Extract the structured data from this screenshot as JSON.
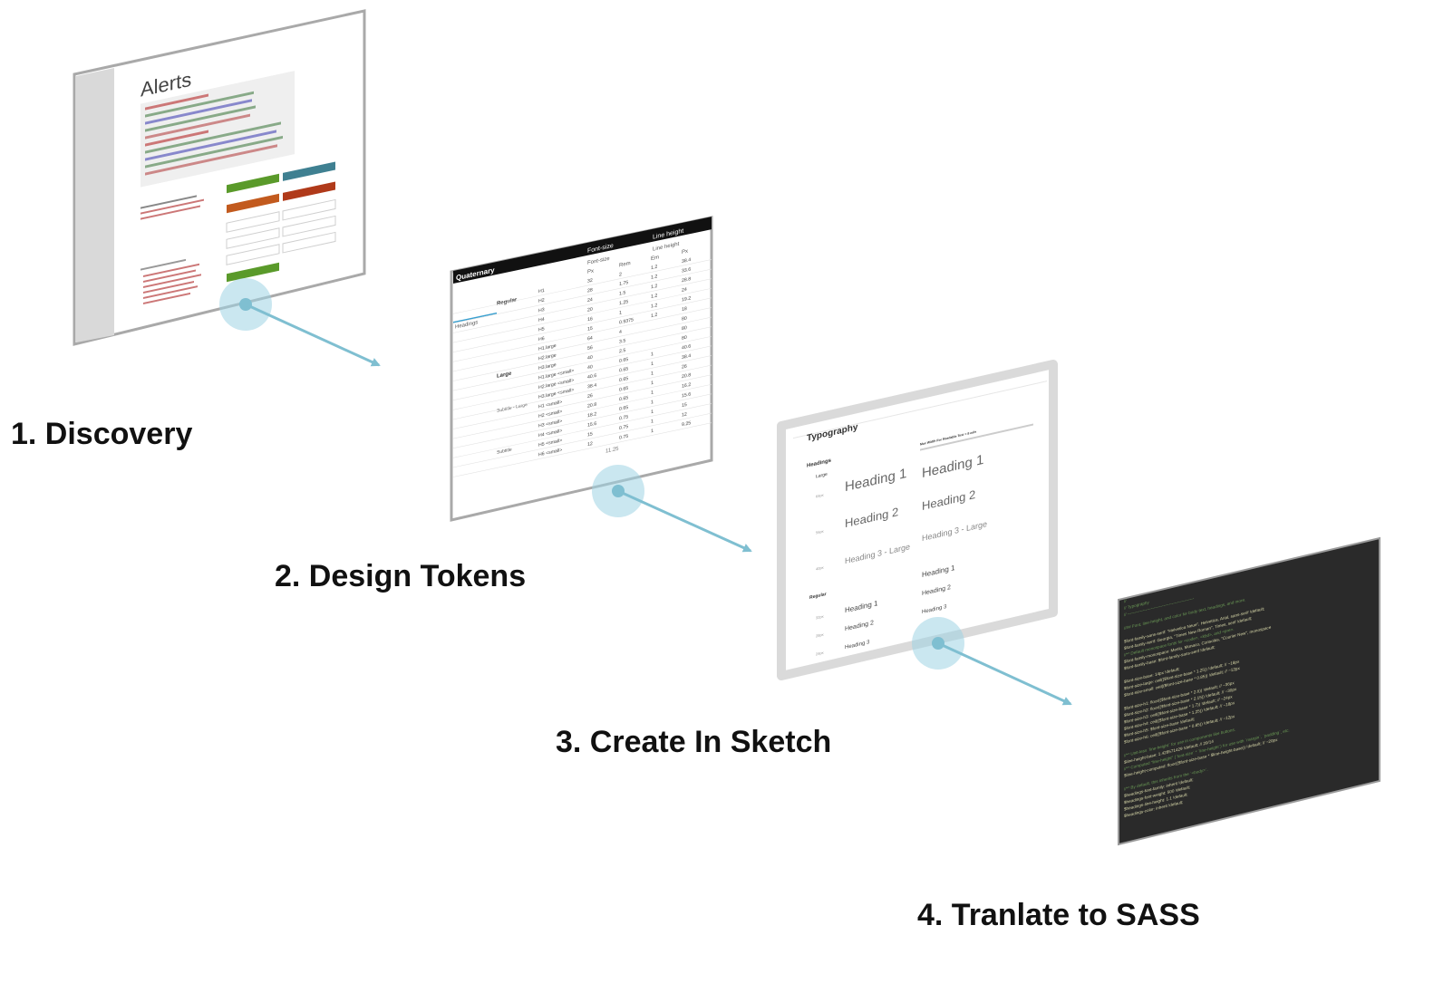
{
  "steps": [
    {
      "label": "1. Discovery"
    },
    {
      "label": "2. Design Tokens"
    },
    {
      "label": "3. Create In Sketch"
    },
    {
      "label": "4. Tranlate to SASS"
    }
  ],
  "panel1": {
    "title": "Alerts"
  },
  "panel2": {
    "header_left": "Quaternary",
    "header_font_size": "Font-size",
    "header_line_height": "Line height",
    "sub_font_size": "Font-size",
    "sub_line_height": "Line height",
    "col_px": "Px",
    "col_rem": "Rem",
    "col_em": "Em",
    "col_px2": "Px",
    "group_headings": "Headings",
    "group_regular": "Regular",
    "group_large": "Large",
    "group_subtitle_large": "Subtitle - Large",
    "group_subtitle": "Subtitle",
    "rows": [
      {
        "name": "H1",
        "px": "32",
        "rem": "2",
        "em": "1.2",
        "lpx": "38.4"
      },
      {
        "name": "H2",
        "px": "28",
        "rem": "1.75",
        "em": "1.2",
        "lpx": "33.6"
      },
      {
        "name": "H3",
        "px": "24",
        "rem": "1.5",
        "em": "1.2",
        "lpx": "28.8"
      },
      {
        "name": "H4",
        "px": "20",
        "rem": "1.25",
        "em": "1.2",
        "lpx": "24"
      },
      {
        "name": "H5",
        "px": "16",
        "rem": "1",
        "em": "1.2",
        "lpx": "19.2"
      },
      {
        "name": "H6",
        "px": "15",
        "rem": "0.9375",
        "em": "1.2",
        "lpx": "18"
      },
      {
        "name": "H1.large",
        "px": "64",
        "rem": "4",
        "em": "",
        "lpx": "80"
      },
      {
        "name": "H2.large",
        "px": "56",
        "rem": "3.5",
        "em": "",
        "lpx": "80"
      },
      {
        "name": "H3.large",
        "px": "40",
        "rem": "2.5",
        "em": "",
        "lpx": "80"
      },
      {
        "name": "H1.large <small>",
        "px": "40",
        "rem": "0.65",
        "em": "1",
        "lpx": "40.6"
      },
      {
        "name": "H2.large <small>",
        "px": "40.6",
        "rem": "0.65",
        "em": "1",
        "lpx": "38.4"
      },
      {
        "name": "H3.large <small>",
        "px": "38.4",
        "rem": "0.65",
        "em": "1",
        "lpx": "26"
      },
      {
        "name": "H1 <small>",
        "px": "26",
        "rem": "0.65",
        "em": "1",
        "lpx": "20.8"
      },
      {
        "name": "H2 <small>",
        "px": "20.8",
        "rem": "0.65",
        "em": "1",
        "lpx": "16.2"
      },
      {
        "name": "H3 <small>",
        "px": "18.2",
        "rem": "0.65",
        "em": "1",
        "lpx": "15.6"
      },
      {
        "name": "H4 <small>",
        "px": "15.6",
        "rem": "0.75",
        "em": "1",
        "lpx": "15"
      },
      {
        "name": "H5 <small>",
        "px": "15",
        "rem": "0.75",
        "em": "1",
        "lpx": "12"
      },
      {
        "name": "H6 <small>",
        "px": "12",
        "rem": "0.75",
        "em": "1",
        "lpx": "9.25"
      }
    ],
    "footer_value": "11.25"
  },
  "panel3": {
    "title": "Typography",
    "section": "Headings",
    "large_label": "Large",
    "regular_label": "Regular",
    "right_caption": "Max Width For Readable Text = 8 cols",
    "sizes": [
      "64px",
      "56px",
      "40px",
      "32px",
      "28px",
      "24px"
    ],
    "left_large": [
      "Heading 1",
      "Heading 2",
      "Heading 3 - Large"
    ],
    "right_large": [
      "Heading 1",
      "Heading 2",
      "Heading 3 - Large"
    ],
    "left_regular": [
      "Heading 1",
      "Heading 2",
      "Heading 3"
    ],
    "right_regular": [
      "Heading 1",
      "Heading 2",
      "Heading 3"
    ]
  },
  "panel4": {
    "lines": [
      {
        "t": "//",
        "c": "#6a9955"
      },
      {
        "t": "// Typography",
        "c": "#6a9955"
      },
      {
        "t": "// ------------------------------------------------",
        "c": "#6a9955"
      },
      {
        "t": "",
        "c": "#cccccc"
      },
      {
        "t": "//## Font, line-height, and color for body text, headings, and more.",
        "c": "#6a9955"
      },
      {
        "t": "",
        "c": "#cccccc"
      },
      {
        "t": "$font-family-sans-serif:  \"Helvetica Neue\", Helvetica, Arial, sans-serif !default;",
        "c": "#d7d7a8"
      },
      {
        "t": "$font-family-serif:       Georgia, \"Times New Roman\", Times, serif !default;",
        "c": "#d7d7a8"
      },
      {
        "t": "//** Default monospace fonts for <code>, <kbd>, and <pre>.",
        "c": "#6a9955"
      },
      {
        "t": "$font-family-monospace:   Menlo, Monaco, Consolas, \"Courier New\", monospace",
        "c": "#d7d7a8"
      },
      {
        "t": "$font-family-base:        $font-family-sans-serif !default;",
        "c": "#d7d7a8"
      },
      {
        "t": "",
        "c": "#cccccc"
      },
      {
        "t": "$font-size-base:          14px !default;",
        "c": "#d7d7a8"
      },
      {
        "t": "$font-size-large:         ceil(($font-size-base * 1.25)) !default; // ~18px",
        "c": "#d7d7a8"
      },
      {
        "t": "$font-size-small:         ceil(($font-size-base * 0.85)) !default; // ~12px",
        "c": "#d7d7a8"
      },
      {
        "t": "",
        "c": "#cccccc"
      },
      {
        "t": "$font-size-h1:            floor(($font-size-base * 2.6)) !default; // ~36px",
        "c": "#d7d7a8"
      },
      {
        "t": "$font-size-h2:            floor(($font-size-base * 2.15)) !default; // ~30px",
        "c": "#d7d7a8"
      },
      {
        "t": "$font-size-h3:            ceil(($font-size-base * 1.7)) !default; // ~24px",
        "c": "#d7d7a8"
      },
      {
        "t": "$font-size-h4:            ceil(($font-size-base * 1.25)) !default; // ~18px",
        "c": "#d7d7a8"
      },
      {
        "t": "$font-size-h5:            $font-size-base !default;",
        "c": "#d7d7a8"
      },
      {
        "t": "$font-size-h6:            ceil(($font-size-base * 0.85)) !default; // ~12px",
        "c": "#d7d7a8"
      },
      {
        "t": "",
        "c": "#cccccc"
      },
      {
        "t": "//** Unit-less `line-height` for use in components like buttons.",
        "c": "#6a9955"
      },
      {
        "t": "$line-height-base:        1.428571429 !default; // 20/14",
        "c": "#d7d7a8"
      },
      {
        "t": "//** Computed \"line-height\" (`font-size` * `line-height`) for use with `margin`, `padding`, etc.",
        "c": "#6a9955"
      },
      {
        "t": "$line-height-computed:    floor(($font-size-base * $line-height-base)) !default; // ~20px",
        "c": "#d7d7a8"
      },
      {
        "t": "",
        "c": "#cccccc"
      },
      {
        "t": "//** By default, this inherits from the `<body>`.",
        "c": "#6a9955"
      },
      {
        "t": "$headings-font-family:    inherit !default;",
        "c": "#d7d7a8"
      },
      {
        "t": "$headings-font-weight:    500 !default;",
        "c": "#d7d7a8"
      },
      {
        "t": "$headings-line-height:    1.1 !default;",
        "c": "#d7d7a8"
      },
      {
        "t": "$headings-color:          inherit !default;",
        "c": "#d7d7a8"
      }
    ]
  },
  "colors": {
    "connector": "#7fbfd1",
    "connector_dot": "#9fd3e3",
    "green": "#5a9a2a",
    "teal": "#3f8091",
    "orange": "#c25a1e",
    "code_bg": "#2a2a2a"
  }
}
